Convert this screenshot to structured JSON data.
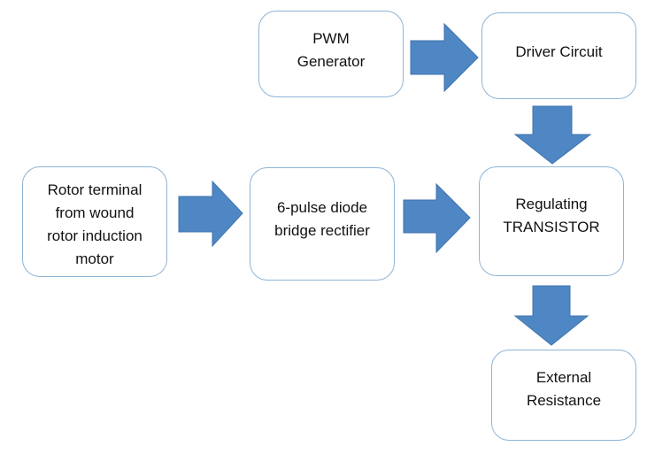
{
  "diagram": {
    "colors": {
      "arrow_fill": "#4f87c4",
      "arrow_stroke": "#3f73ad",
      "box_border": "#8fb4d6"
    },
    "nodes": {
      "pwm": {
        "lines": [
          "PWM",
          "Generator"
        ]
      },
      "driver": {
        "lines": [
          "Driver Circuit"
        ]
      },
      "rotor": {
        "lines": [
          "Rotor terminal",
          "from wound",
          "rotor induction",
          "motor"
        ]
      },
      "rectifier": {
        "lines": [
          "6-pulse diode",
          "bridge rectifier"
        ]
      },
      "transistor": {
        "lines": [
          "Regulating",
          "TRANSISTOR"
        ]
      },
      "resistance": {
        "lines": [
          "External",
          "Resistance"
        ]
      }
    },
    "edges": [
      {
        "from": "PWM Generator",
        "to": "Driver Circuit",
        "direction": "right"
      },
      {
        "from": "Driver Circuit",
        "to": "Regulating TRANSISTOR",
        "direction": "down"
      },
      {
        "from": "Rotor terminal from wound rotor induction motor",
        "to": "6-pulse diode bridge rectifier",
        "direction": "right"
      },
      {
        "from": "6-pulse diode bridge rectifier",
        "to": "Regulating TRANSISTOR",
        "direction": "right"
      },
      {
        "from": "Regulating TRANSISTOR",
        "to": "External Resistance",
        "direction": "down"
      }
    ]
  }
}
